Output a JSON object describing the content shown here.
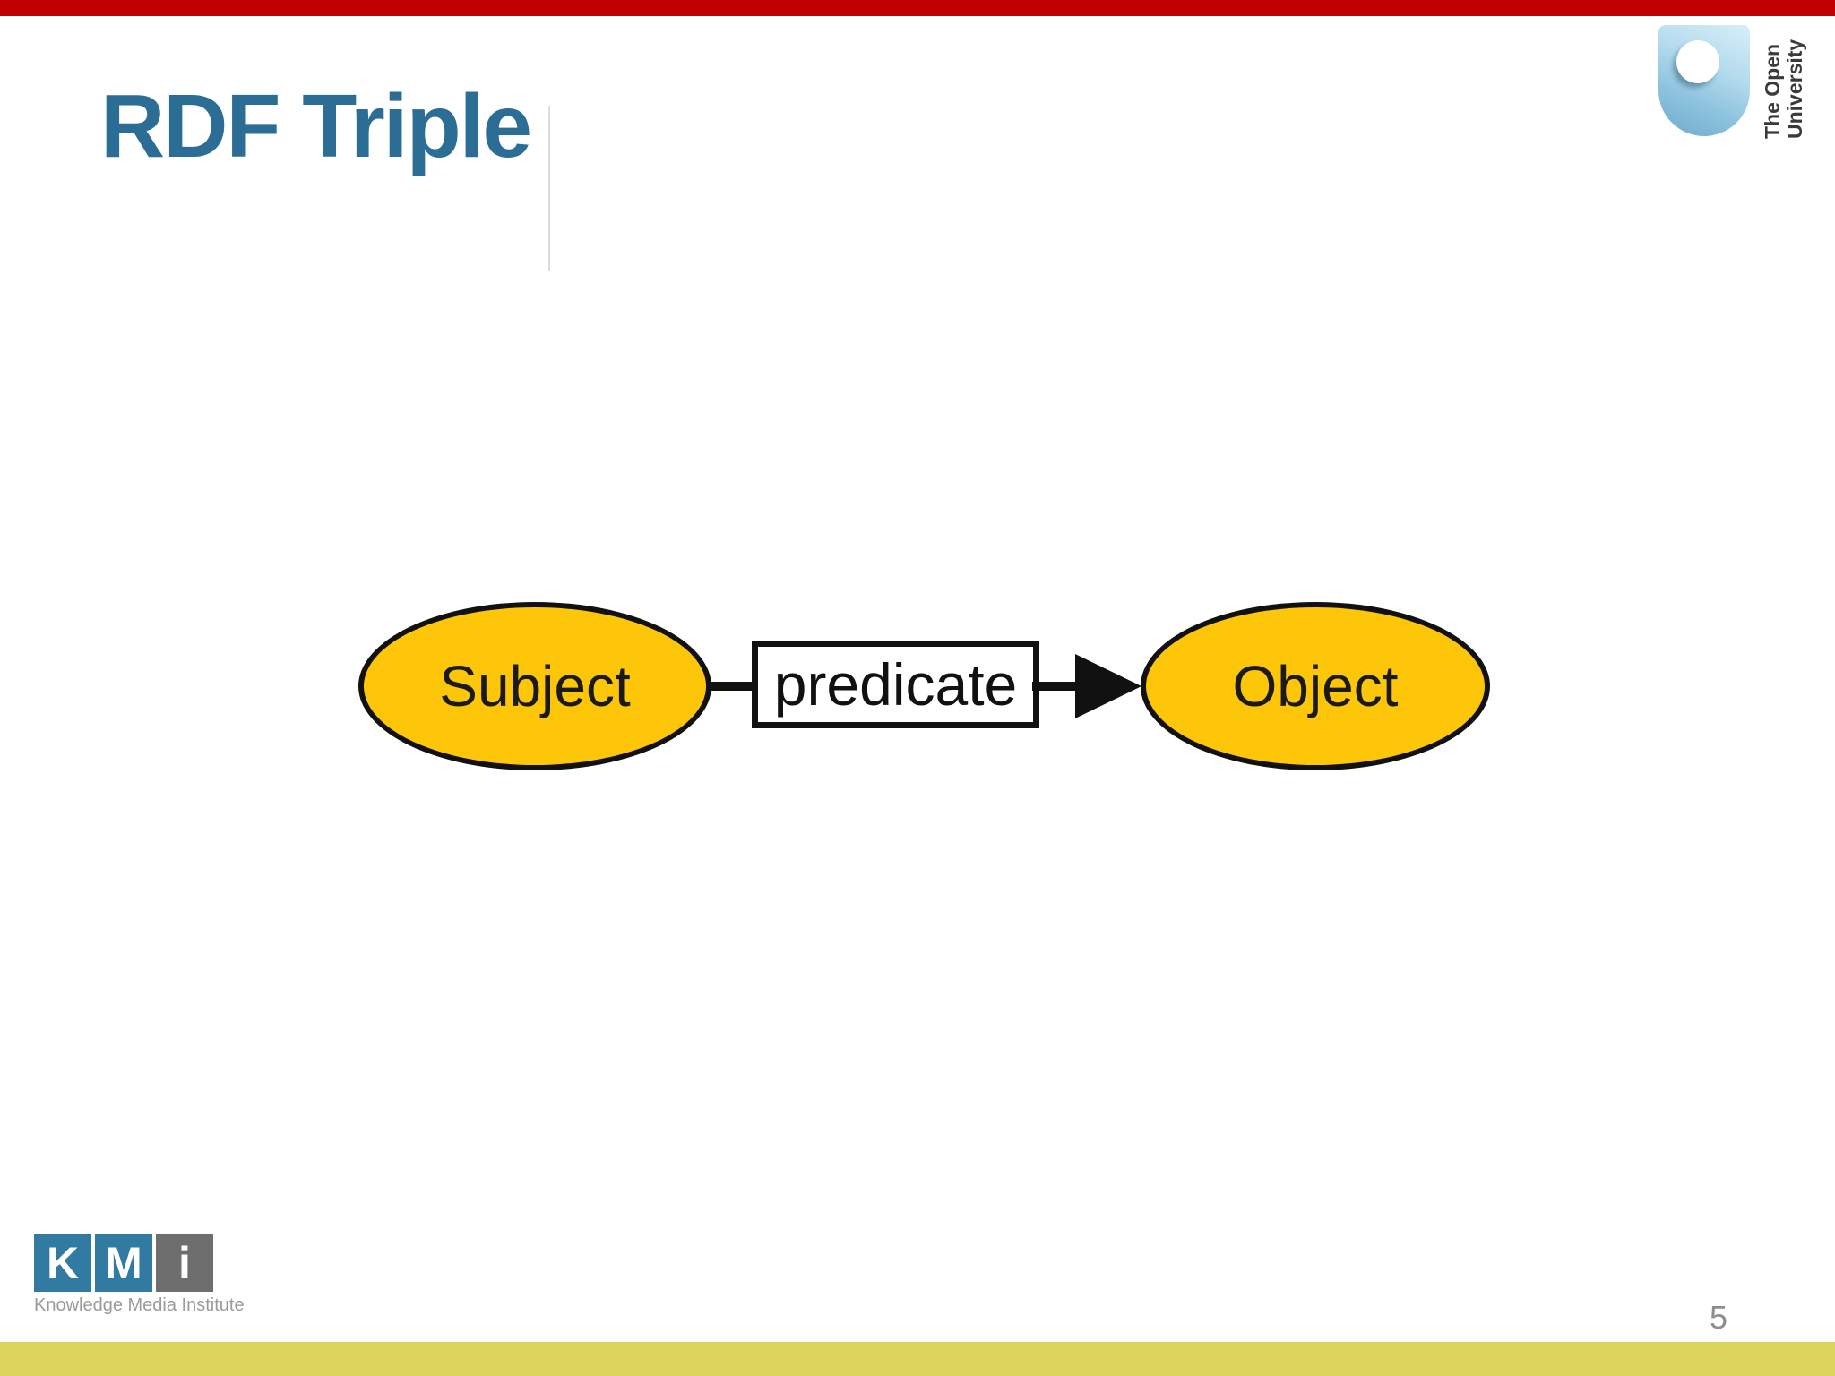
{
  "slide": {
    "title": "RDF Triple",
    "page_number": "5",
    "colors": {
      "title": "#2B6D95",
      "top_bar": "#C00000",
      "bottom_bar": "#DBD55C",
      "node_fill": "#FDC608",
      "node_stroke": "#111111",
      "kmi_blue": "#317BA2",
      "kmi_gray": "#6E6E6E",
      "caption_gray": "#9B9B9B"
    }
  },
  "diagram": {
    "subject_label": "Subject",
    "predicate_label": "predicate",
    "object_label": "Object"
  },
  "logos": {
    "ou": {
      "line1": "The Open",
      "line2": "University"
    },
    "kmi": {
      "k": "K",
      "m": "M",
      "i": "i",
      "caption": "Knowledge Media Institute"
    }
  }
}
